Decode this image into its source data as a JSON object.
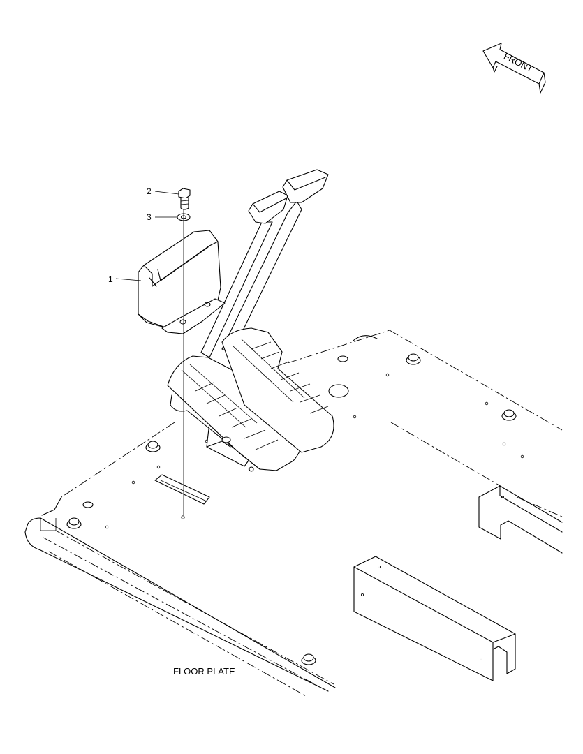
{
  "arrow": {
    "label": "FRONT"
  },
  "callouts": [
    {
      "number": "2"
    },
    {
      "number": "3"
    },
    {
      "number": "1"
    }
  ],
  "labels": {
    "floor_plate": "FLOOR PLATE"
  }
}
